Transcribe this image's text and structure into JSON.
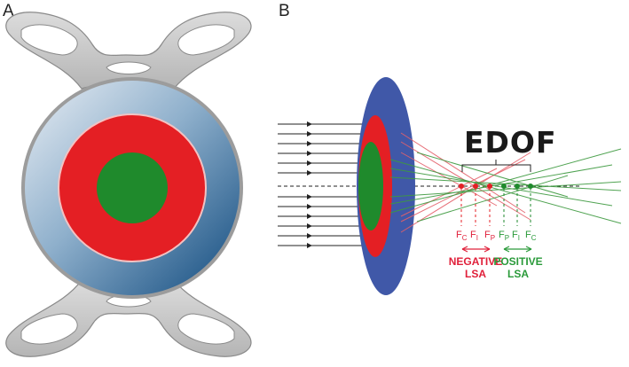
{
  "panels": {
    "a_label": "A",
    "b_label": "B"
  },
  "edof_label": "EDOF",
  "focal_points_negative": [
    {
      "letter": "F",
      "sub": "C"
    },
    {
      "letter": "F",
      "sub": "I"
    },
    {
      "letter": "F",
      "sub": "P"
    }
  ],
  "focal_points_positive": [
    {
      "letter": "F",
      "sub": "P"
    },
    {
      "letter": "F",
      "sub": "I"
    },
    {
      "letter": "F",
      "sub": "C"
    }
  ],
  "negative_lsa": {
    "line1": "NEGATIVE",
    "line2": "LSA"
  },
  "positive_lsa": {
    "line1": "POSITIVE",
    "line2": "LSA"
  },
  "colors": {
    "red": "#e41f24",
    "green": "#1f8a2c",
    "blue": "#4058a8",
    "haptic": "#c7c7c7",
    "neg_text": "#e0203a",
    "pos_text": "#2a9a3a"
  }
}
